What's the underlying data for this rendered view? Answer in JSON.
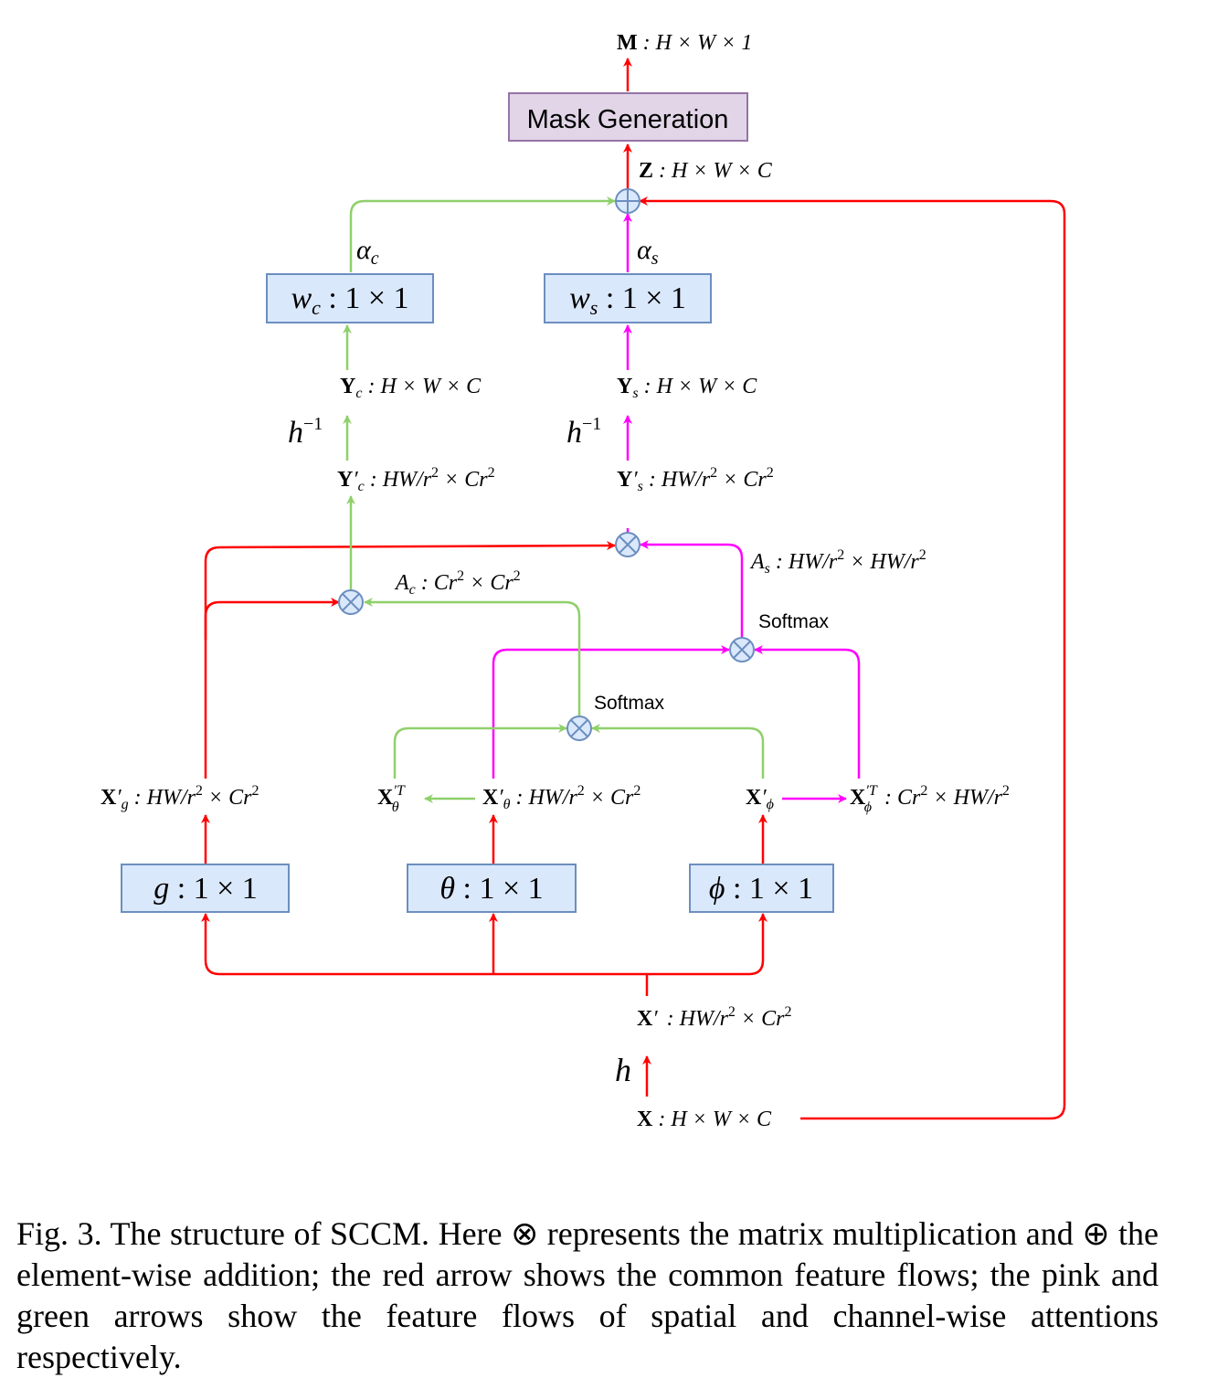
{
  "colors": {
    "common": "#ff0000",
    "spatial": "#ff00ff",
    "channel": "#8fd06b",
    "box_fill": "#dae8fc",
    "box_stroke": "#6c8ebf",
    "mask_fill": "#e1d5e7",
    "mask_stroke": "#9673a6",
    "node_fill": "#dae8fc",
    "node_stroke": "#6c8ebf"
  },
  "boxes": {
    "mask_generation": "Mask Generation",
    "wc": {
      "var": "w",
      "sub": "c",
      "rest": " : 1 × 1"
    },
    "ws": {
      "var": "w",
      "sub": "s",
      "rest": " : 1 × 1"
    },
    "g": {
      "var": "g",
      "rest": " : 1 × 1"
    },
    "theta": {
      "var": "θ",
      "rest": " : 1 × 1"
    },
    "phi": {
      "var": "ϕ",
      "rest": " : 1 × 1"
    }
  },
  "labels": {
    "M": {
      "sym": "M",
      "rest": " : H × W × 1"
    },
    "Z": {
      "sym": "Z",
      "rest": " : H × W × C"
    },
    "alpha_c": {
      "base": "α",
      "sub": "c"
    },
    "alpha_s": {
      "base": "α",
      "sub": "s"
    },
    "Yc": {
      "sym": "Y",
      "sub": "c",
      "rest": " : H × W × C"
    },
    "Ys": {
      "sym": "Y",
      "sub": "s",
      "rest": " : H × W × C"
    },
    "h_inv": {
      "base": "h",
      "sup": "−1"
    },
    "Ycp": {
      "sym": "Y",
      "prime": "′",
      "sub": "c",
      "rest": " : HW/r",
      "sup1": "2",
      "rest2": " × Cr",
      "sup2": "2"
    },
    "Ysp": {
      "sym": "Y",
      "prime": "′",
      "sub": "s",
      "rest": " : HW/r",
      "sup1": "2",
      "rest2": " × Cr",
      "sup2": "2"
    },
    "As": {
      "base": "A",
      "sub": "s",
      "rest": " : HW/r",
      "sup1": "2",
      "rest2": " × HW/r",
      "sup2": "2"
    },
    "Ac": {
      "base": "A",
      "sub": "c",
      "rest": " : Cr",
      "sup1": "2",
      "rest2": " × Cr",
      "sup2": "2"
    },
    "softmax": "Softmax",
    "Xg": {
      "sym": "X",
      "prime": "′",
      "sub": "g",
      "rest": " : HW/r",
      "sup1": "2",
      "rest2": " × Cr",
      "sup2": "2"
    },
    "XthetaT": {
      "sym": "X",
      "sup": "′T",
      "sub": "θ"
    },
    "Xtheta": {
      "sym": "X",
      "prime": "′",
      "sub": "θ",
      "rest": " : HW/r",
      "sup1": "2",
      "rest2": " × Cr",
      "sup2": "2"
    },
    "Xphi": {
      "sym": "X",
      "prime": "′",
      "sub": "ϕ"
    },
    "XphiT": {
      "sym": "X",
      "sup": "′T",
      "sub": "ϕ",
      "rest": " : Cr",
      "sup1": "2",
      "rest2": " × HW/r",
      "sup2": "2"
    },
    "Xp": {
      "sym": "X",
      "prime": "′",
      "rest": " : HW/r",
      "sup1": "2",
      "rest2": " × Cr",
      "sup2": "2"
    },
    "h": "h",
    "X": {
      "sym": "X",
      "rest": " : H × W × C"
    }
  },
  "caption": "Fig. 3.  The structure of SCCM. Here ⊗ represents the matrix multiplication and ⊕ the element-wise addition; the red arrow shows the common feature flows; the pink and green arrows show the feature flows of spatial and channel-wise attentions respectively."
}
